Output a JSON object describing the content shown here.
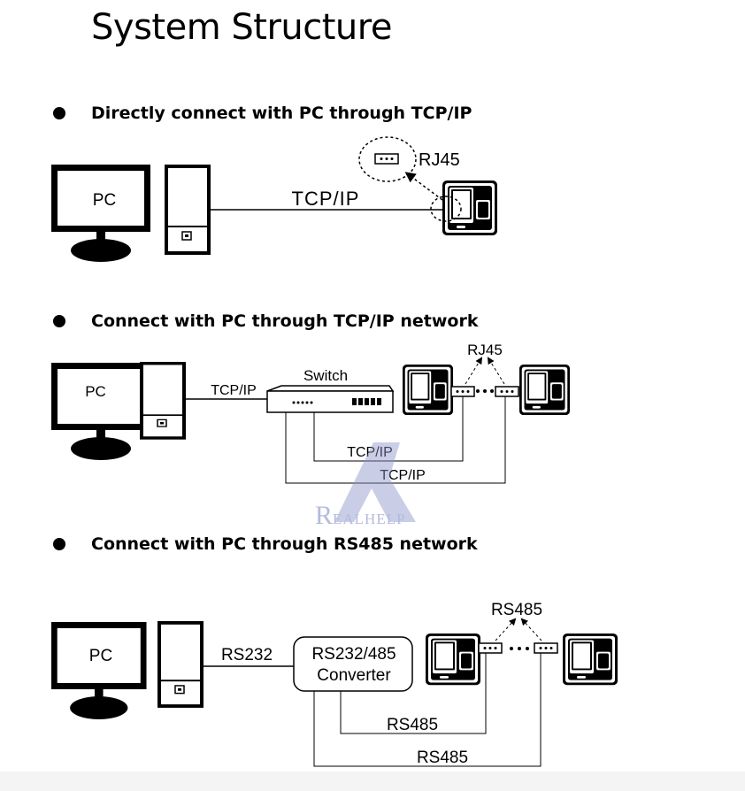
{
  "title": "System Structure",
  "sections": [
    {
      "heading": "Directly connect with PC through TCP/IP"
    },
    {
      "heading": "Connect with PC through TCP/IP network"
    },
    {
      "heading": "Connect with PC through RS485 network"
    }
  ],
  "diagram1": {
    "pc_label": "PC",
    "link_label": "TCP/IP",
    "port_label": "RJ45"
  },
  "diagram2": {
    "pc_label": "PC",
    "link_label": "TCP/IP",
    "switch_label": "Switch",
    "port_label": "RJ45",
    "line1_label": "TCP/IP",
    "line2_label": "TCP/IP"
  },
  "diagram3": {
    "pc_label": "PC",
    "link_label": "RS232",
    "converter_line1": "RS232/485",
    "converter_line2": "Converter",
    "port_label": "RS485",
    "line1_label": "RS485",
    "line2_label": "RS485"
  },
  "watermark": {
    "letter": "R",
    "text": "EALHELP"
  }
}
